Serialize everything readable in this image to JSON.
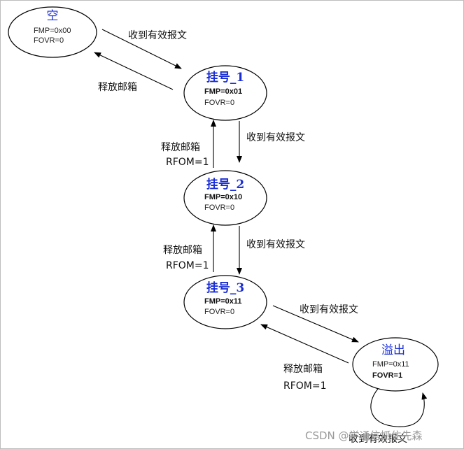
{
  "states": [
    {
      "id": "empty",
      "title": "空",
      "fmp": "FMP=0x00",
      "fovr": "FOVR=0"
    },
    {
      "id": "pending1",
      "title": "挂号_1",
      "fmp": "FMP=0x01",
      "fovr": "FOVR=0"
    },
    {
      "id": "pending2",
      "title": "挂号_2",
      "fmp": "FMP=0x10",
      "fovr": "FOVR=0"
    },
    {
      "id": "pending3",
      "title": "挂号_3",
      "fmp": "FMP=0x11",
      "fovr": "FOVR=0"
    },
    {
      "id": "overflow",
      "title": "溢出",
      "fmp": "FMP=0x11",
      "fovr": "FOVR=1"
    }
  ],
  "transitions": {
    "receive": "收到有效报文",
    "release": "释放邮箱",
    "rfom": "RFOM=1"
  },
  "watermark": "CSDN @学通信抓住先森"
}
